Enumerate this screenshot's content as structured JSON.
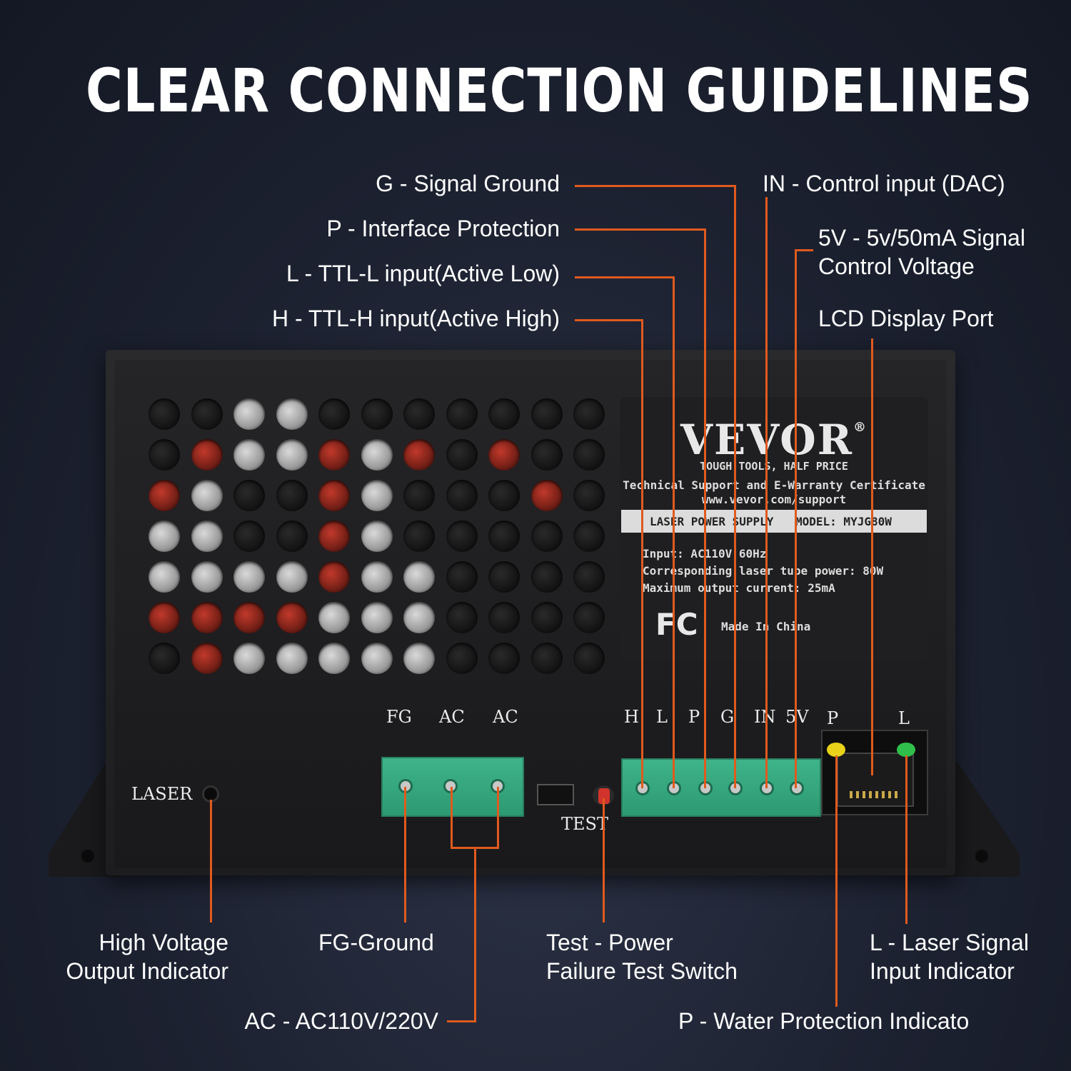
{
  "title": "CLEAR CONNECTION GUIDELINES",
  "callouts_top_left": [
    {
      "key": "g",
      "text": "G - Signal Ground"
    },
    {
      "key": "p",
      "text": "P - Interface Protection"
    },
    {
      "key": "l",
      "text": "L - TTL-L input(Active Low)"
    },
    {
      "key": "h",
      "text": "H -  TTL-H input(Active High)"
    }
  ],
  "callouts_top_right": {
    "in": "IN - Control input (DAC)",
    "v5_line1": "5V - 5v/50mA Signal",
    "v5_line2": "Control Voltage",
    "lcd": "LCD Display Port"
  },
  "callouts_bottom": {
    "hv_line1": "High Voltage",
    "hv_line2": "Output Indicator",
    "fg": "FG-Ground",
    "test_line1": "Test - Power",
    "test_line2": "Failure Test Switch",
    "l_line1": "L - Laser Signal",
    "l_line2": "Input Indicator",
    "ac": "AC - AC110V/220V",
    "p_water": "P - Water Protection Indicato"
  },
  "device": {
    "brand": "VEVOR",
    "registered": "®",
    "slogan": "TOUGH TOOLS, HALF PRICE",
    "support_line1": "Technical Support and E-Warranty Certificate",
    "support_line2": "www.vevor.com/support",
    "product": "LASER POWER SUPPLY",
    "model": "MODEL: MYJG80W",
    "spec_input": "Input: AC110V 60Hz",
    "spec_power": "Corresponding laser tube power: 80W",
    "spec_current": "Maximum output current: 25mA",
    "fcc": "FC",
    "origin": "Made In China",
    "laser_label": "LASER",
    "test_label": "TEST",
    "power_pins": [
      "FG",
      "AC",
      "AC"
    ],
    "signal_pins": [
      "H",
      "L",
      "P",
      "G",
      "IN",
      "5V"
    ],
    "port_leds": [
      "P",
      "L"
    ],
    "led_colors": {
      "p": "#e8d21a",
      "l": "#2fbf4a"
    }
  },
  "accent_color": "#e05a1e"
}
